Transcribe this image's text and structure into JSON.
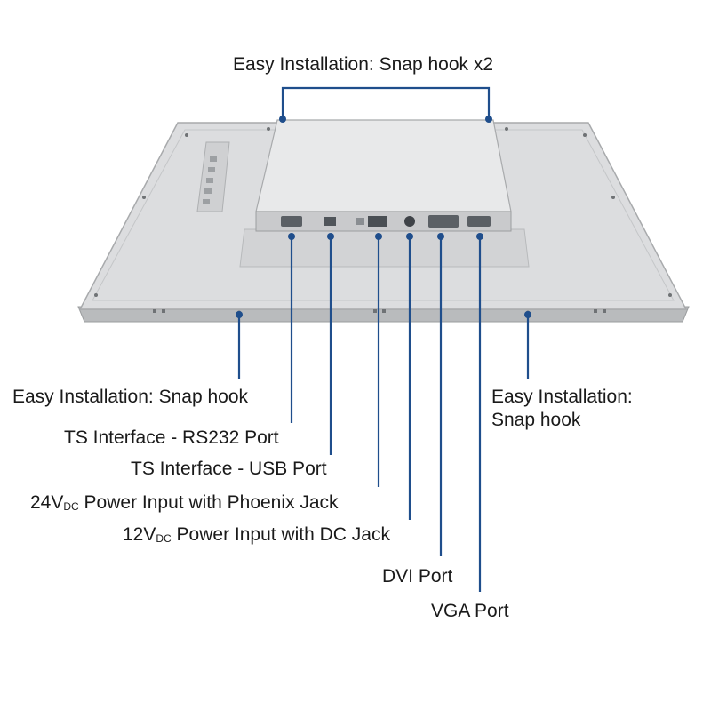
{
  "callouts": {
    "top_hooks": "Easy Installation: Snap hook x2",
    "left_hook": "Easy Installation: Snap hook",
    "right_hook_line1": "Easy Installation:",
    "right_hook_line2": "Snap hook",
    "rs232": "TS Interface - RS232 Port",
    "usb": "TS Interface - USB Port",
    "power24_prefix": "24V",
    "power24_sub": "DC",
    "power24_rest": " Power Input with Phoenix Jack",
    "power12_prefix": "12V",
    "power12_sub": "DC",
    "power12_rest": " Power Input with DC Jack",
    "dvi": "DVI Port",
    "vga": "VGA Port"
  },
  "colors": {
    "leader_line": "#1f4e8c",
    "panel_face": "#d9dadb",
    "panel_shadow": "#a9abad",
    "box_face": "#e6e7e8",
    "port_dark": "#555a60"
  }
}
